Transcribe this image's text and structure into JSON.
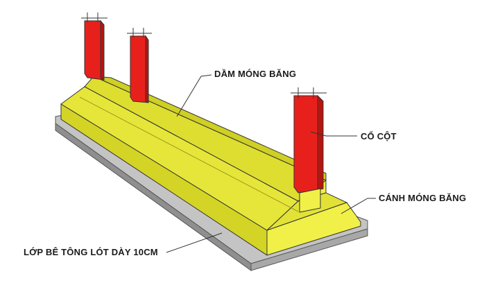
{
  "labels": {
    "beam": "DẦM MÓNG BĂNG",
    "column_neck": "CỔ CỘT",
    "wing": "CÁNH MÓNG BĂNG",
    "lean_layer": "LỚP BÊ TÔNG LÓT DÀY 10CM"
  },
  "colors": {
    "concrete_top": "#e8e83a",
    "concrete_side": "#d6d62a",
    "concrete_face": "#f2f24a",
    "column": "#e8201c",
    "column_dark": "#b8140f",
    "lean_top": "#c8c8c8",
    "lean_side": "#9a9a9a",
    "leader": "#333333"
  }
}
